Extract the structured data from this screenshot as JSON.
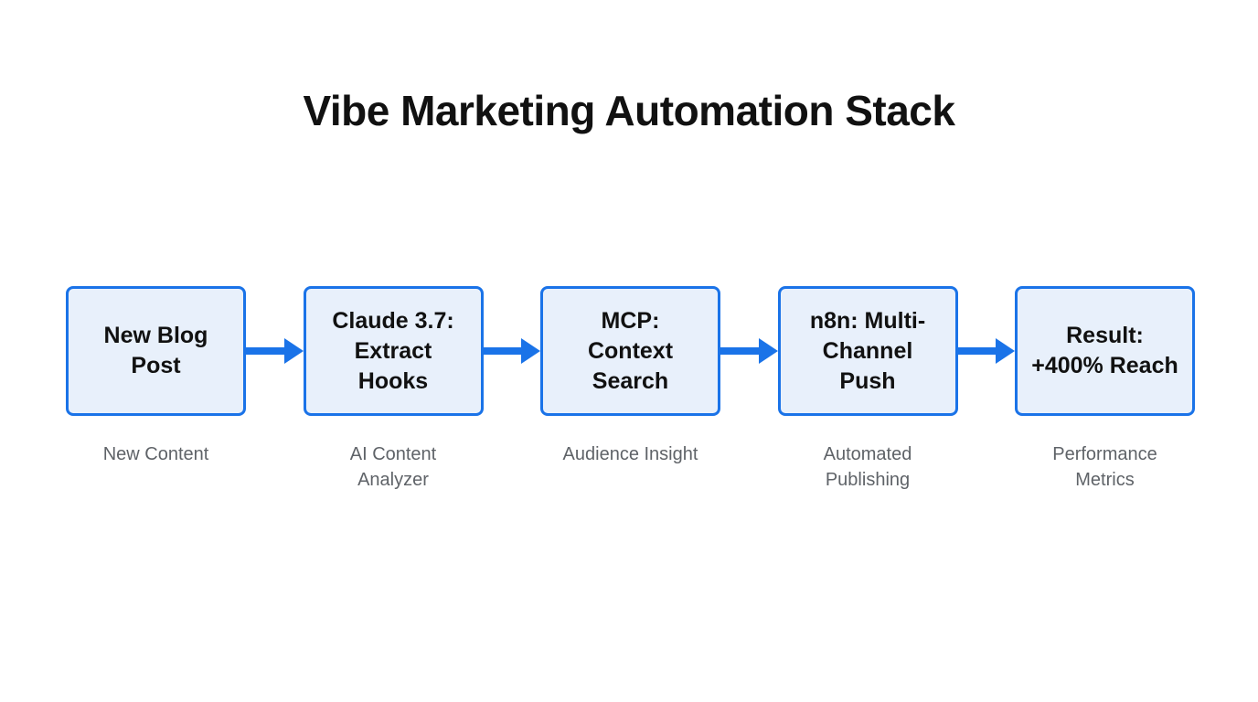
{
  "page": {
    "title": "Vibe Marketing Automation Stack",
    "background_color": "#ffffff"
  },
  "diagram": {
    "type": "flowchart",
    "direction": "left-to-right",
    "colors": {
      "node_fill": "#e8f0fb",
      "node_border": "#1a73e8",
      "arrow": "#1a73e8",
      "node_text": "#111111",
      "caption_text": "#5f6368",
      "title_text": "#111111"
    },
    "stages": [
      {
        "label": "New Blog\nPost",
        "caption": "New Content"
      },
      {
        "label": "Claude 3.7:\nExtract\nHooks",
        "caption": "AI Content\nAnalyzer"
      },
      {
        "label": "MCP:\nContext\nSearch",
        "caption": "Audience Insight"
      },
      {
        "label": "n8n: Multi-\nChannel\nPush",
        "caption": "Automated\nPublishing"
      },
      {
        "label": "Result:\n+400% Reach",
        "caption": "Performance\nMetrics"
      }
    ],
    "connector_count": 4,
    "connector_style": "solid right-pointing arrow"
  }
}
